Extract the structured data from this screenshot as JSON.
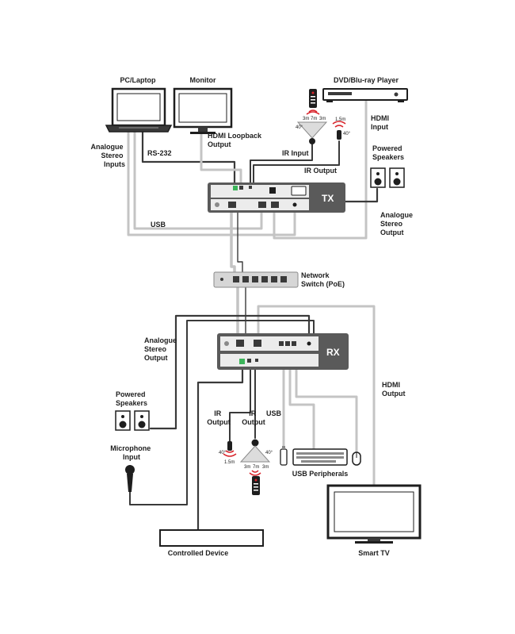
{
  "labels": {
    "pc_laptop": "PC/Laptop",
    "monitor": "Monitor",
    "dvd_player": "DVD/Blu-ray Player",
    "hdmi_input": [
      "HDMI",
      "Input"
    ],
    "analogue_stereo_inputs": [
      "Analogue",
      "Stereo",
      "Inputs"
    ],
    "rs232": "RS-232",
    "hdmi_loopback_output": [
      "HDMI Loopback",
      "Output"
    ],
    "ir_input": "IR Input",
    "ir_output_tx": "IR Output",
    "powered_speakers_tx": [
      "Powered",
      "Speakers"
    ],
    "analogue_stereo_output_tx": [
      "Analogue",
      "Stereo",
      "Output"
    ],
    "usb_tx": "USB",
    "network_switch": [
      "Network",
      "Switch (PoE)"
    ],
    "analogue_stereo_output_rx": [
      "Analogue",
      "Stereo",
      "Output"
    ],
    "hdmi_output": [
      "HDMI",
      "Output"
    ],
    "powered_speakers_rx": [
      "Powered",
      "Speakers"
    ],
    "ir_output_rx": [
      "IR",
      "Output"
    ],
    "ir_rx": [
      "IR",
      "Output"
    ],
    "usb_rx": "USB",
    "microphone_input": [
      "Microphone",
      "Input"
    ],
    "usb_peripherals": "USB Peripherals",
    "controlled_device": "Controlled Device",
    "smart_tv": "Smart TV"
  },
  "units": {
    "tx": "TX",
    "rx": "RX"
  },
  "ir_range": {
    "dist_left": "3m",
    "dist_mid": "7m",
    "dist_right": "3m",
    "angle": "40°",
    "emit_dist": "1.5m",
    "emit_angle": "40°"
  },
  "colors": {
    "cable_dark": "#3a3a3a",
    "cable_light": "#c4c4c4",
    "unit_body": "#5a5a5a",
    "ir_red": "#d8232a",
    "terminal_green": "#3cb45a"
  },
  "icons": [
    "laptop-icon",
    "monitor-icon",
    "dvd-player-icon",
    "remote-control-icon",
    "speaker-icon",
    "switch-icon",
    "keyboard-icon",
    "mouse-icon",
    "microphone-icon",
    "tv-icon"
  ]
}
